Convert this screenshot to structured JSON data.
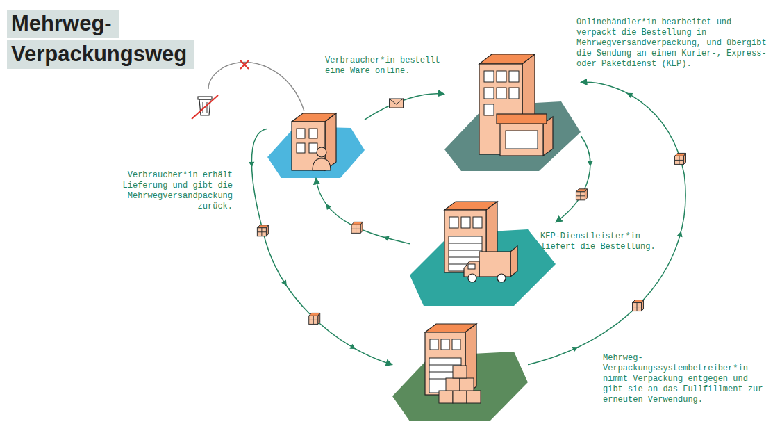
{
  "diagram": {
    "title": "Mehrweg- Verpackungsweg",
    "nodes": [
      {
        "text": [
          "Verbraucher*in erhält Lieferung und gibt die Mehrwegversandpackung zurück."
        ]
      },
      {
        "text": [
          "Onlinehändler*in bearbeitet und verpackt die Bestellung in Mehrwegversandverpackung, und übergibt die Sendung an einen Kurier-, Express- oder Paketdienst (KEP)."
        ]
      },
      {
        "text": [
          "KEP-Dienstleister*in liefert die Bestellung."
        ]
      },
      {
        "text": [
          "Mehrweg-Verpackungssystembetreiber*in nimmt Verpackung entgegen und gibt sie an das Fullfillment zur erneuten Verwendung."
        ]
      }
    ],
    "edges": [
      {
        "from": 0,
        "to": 1,
        "arrow": "to",
        "label": "Verbraucher*in bestellt eine Ware online."
      },
      {
        "from": 1,
        "to": 2,
        "arrow": "to"
      },
      {
        "from": 2,
        "to": 0,
        "arrow": "to"
      },
      {
        "from": 0,
        "to": 3,
        "arrow": "to"
      },
      {
        "from": 3,
        "to": 1,
        "arrow": "to"
      }
    ]
  }
}
